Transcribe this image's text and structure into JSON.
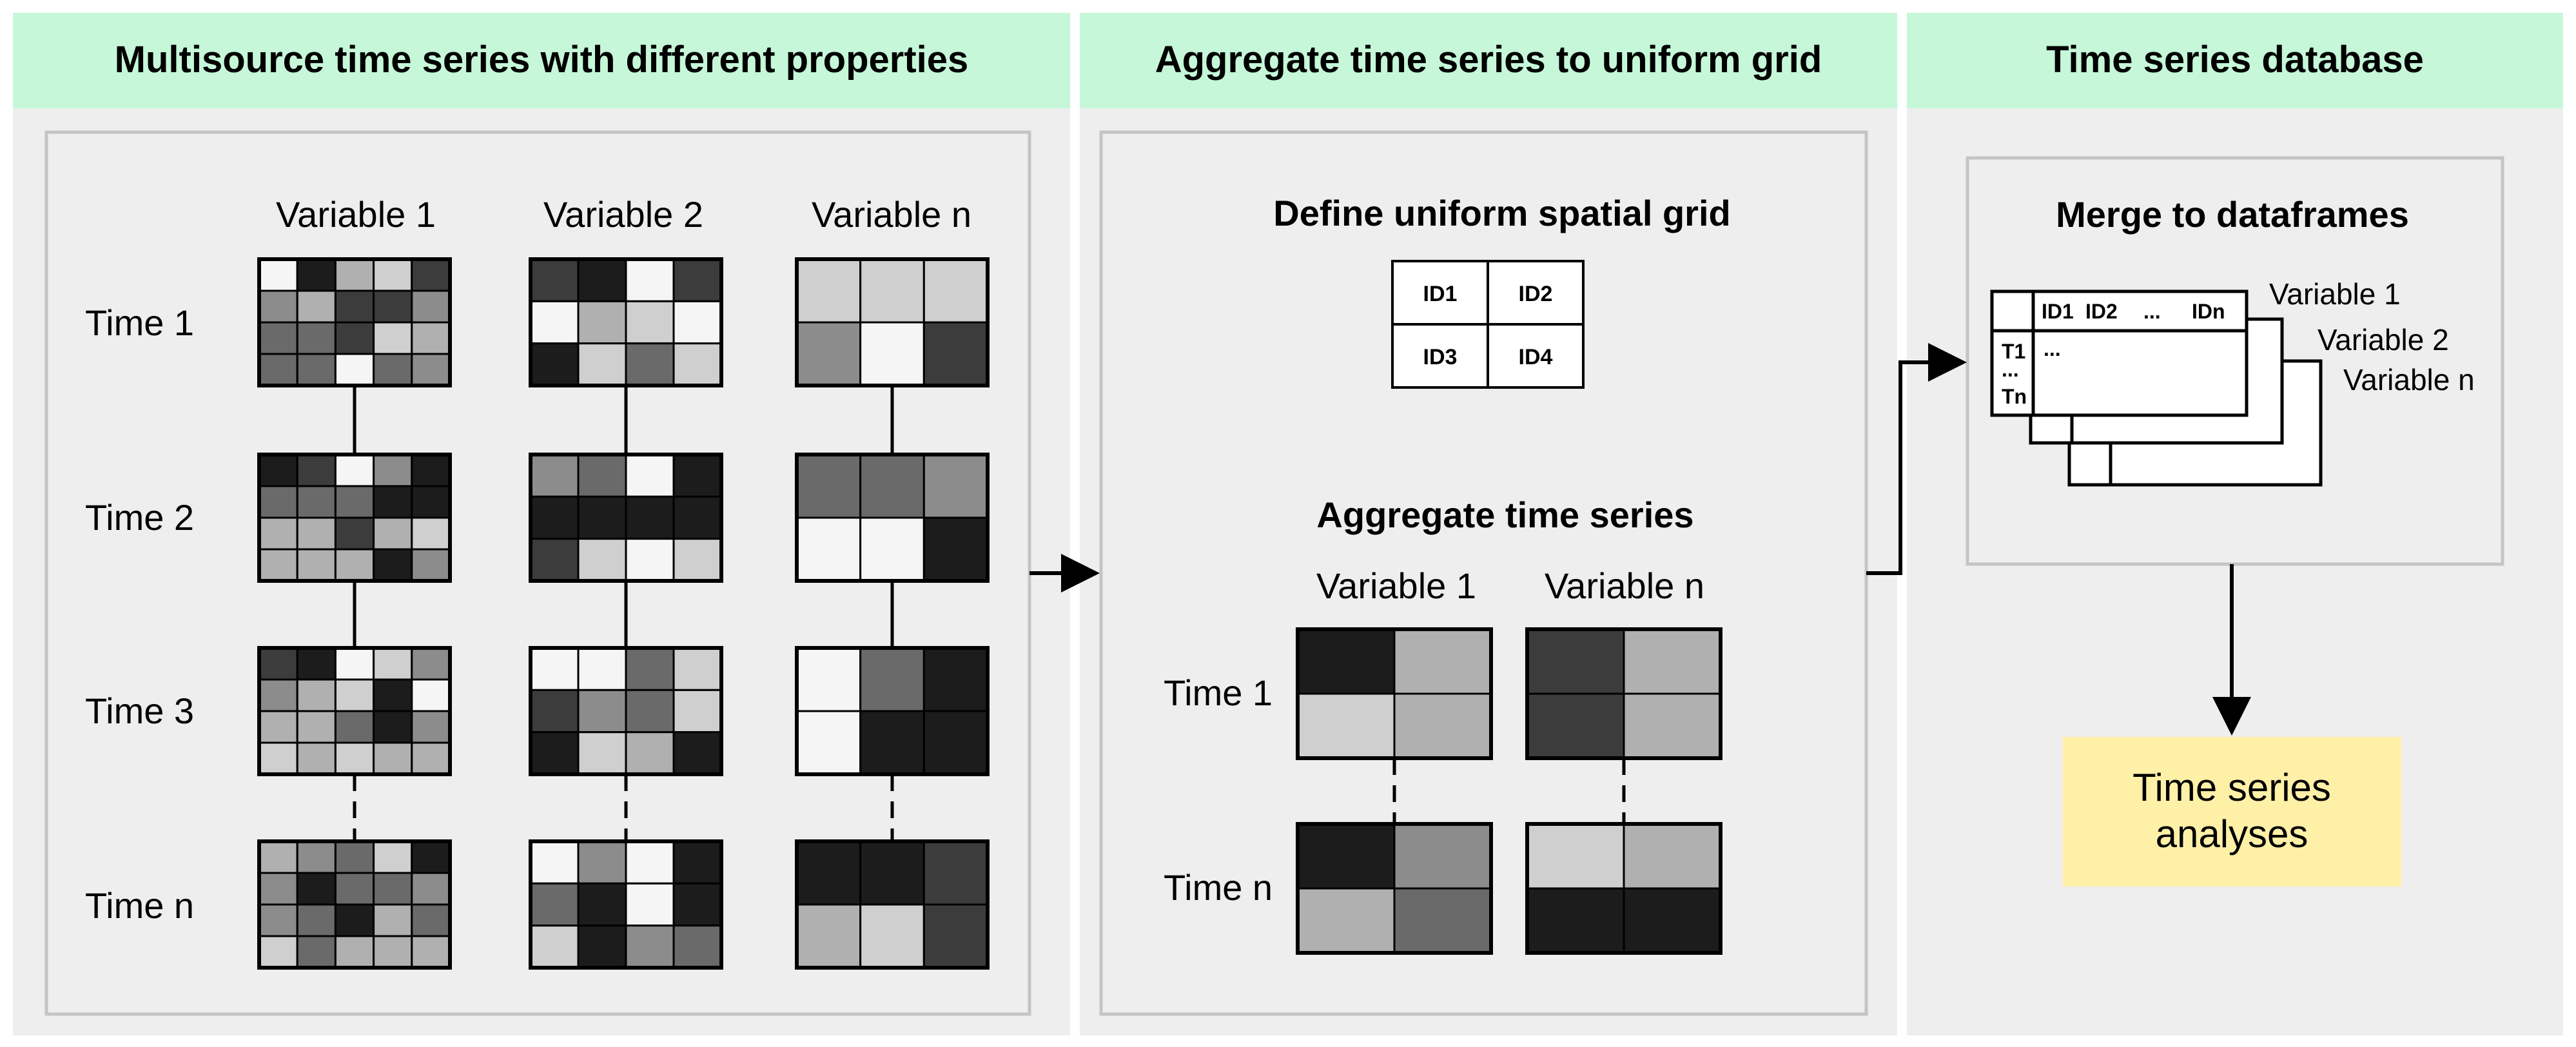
{
  "panels": [
    {
      "header": "Multisource time series with different properties",
      "columns": [
        "Variable 1",
        "Variable 2",
        "Variable n"
      ],
      "rows": [
        "Time 1",
        "Time 2",
        "Time 3",
        "Time n"
      ]
    },
    {
      "header": "Aggregate time series to uniform grid",
      "grid_title": "Define uniform spatial grid",
      "grid_ids": [
        "ID1",
        "ID2",
        "ID3",
        "ID4"
      ],
      "agg_title": "Aggregate time series",
      "columns": [
        "Variable 1",
        "Variable n"
      ],
      "rows": [
        "Time 1",
        "Time n"
      ]
    },
    {
      "header": "Time series database",
      "merge_title": "Merge to dataframes",
      "df_columns": [
        "ID1",
        "ID2",
        "...",
        "IDn"
      ],
      "df_rows": [
        "T1",
        "...",
        "Tn"
      ],
      "df_cell": "...",
      "stack_labels": [
        "Variable 1",
        "Variable 2",
        "Variable n"
      ],
      "output": [
        "Time series",
        "analyses"
      ]
    }
  ],
  "colors": {
    "header_bg": "#c5f7d8",
    "panel_bg": "#eeeeee",
    "inner_border": "#c4c4c4",
    "output_bg": "#fff0a8"
  }
}
